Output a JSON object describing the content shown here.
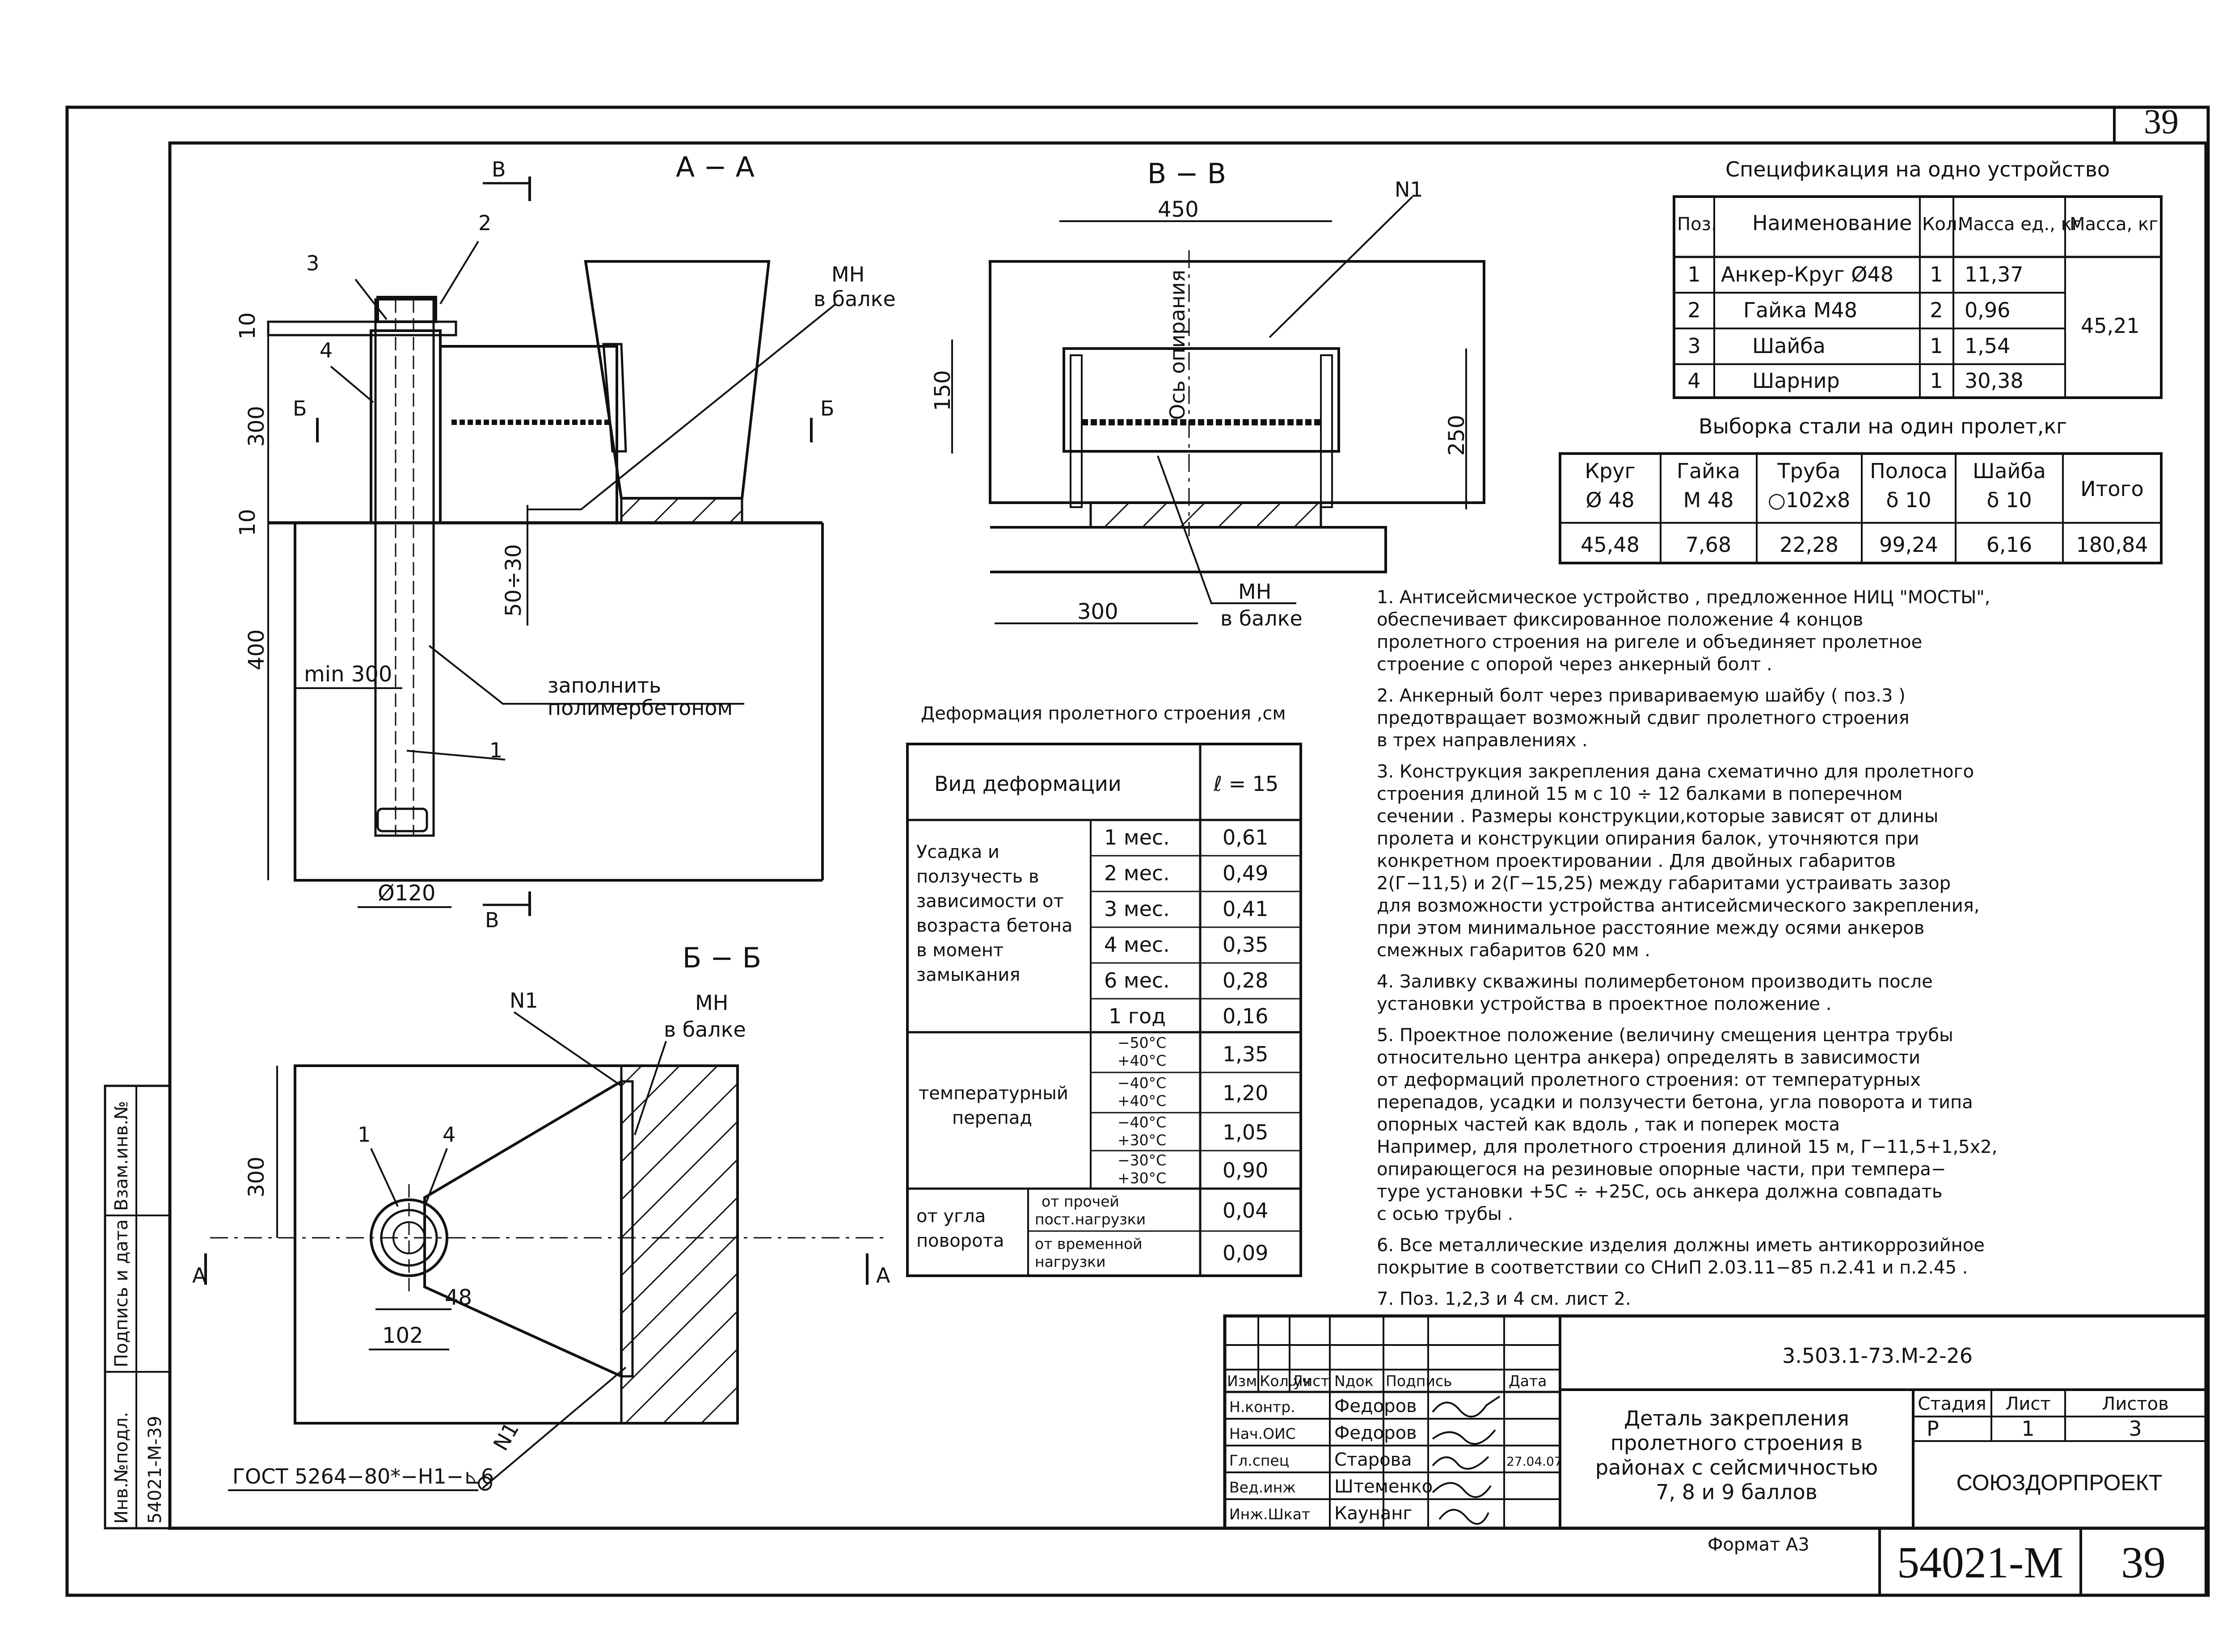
{
  "sheet": {
    "page_number": "39",
    "format_label": "Формат А3",
    "archive_code": "54021-М",
    "designation": "3.503.1-73.М-2-26",
    "title_lines": [
      "Деталь закрепления",
      "пролетного строения в",
      "районах с сейсмичностью",
      "7, 8 и 9 баллов"
    ],
    "organization": "СОЮЗДОРПРОЕКТ",
    "stage_header": [
      "Стадия",
      "Лист",
      "Листов"
    ],
    "stage_values": [
      "Р",
      "1",
      "3"
    ]
  },
  "side_stamp": {
    "labels": [
      "Инв.№подл.",
      "Подпись и дата",
      "Взам.инв.№"
    ],
    "inv_value": "54021-М-39"
  },
  "revision_block": {
    "headers": [
      "Изм",
      "Кол.уч",
      "Лист",
      "Nдок",
      "Подпись",
      "Дата"
    ],
    "rows": [
      {
        "role": "Н.контр.",
        "name": "Федоров",
        "date": ""
      },
      {
        "role": "Нач.ОИС",
        "name": "Федоров",
        "date": ""
      },
      {
        "role": "Гл.спец",
        "name": "Старова",
        "date": "27.04.07"
      },
      {
        "role": "Вед.инж",
        "name": "Штеменко",
        "date": ""
      },
      {
        "role": "Инж.Шкат",
        "name": "Каунанг",
        "date": ""
      }
    ]
  },
  "spec_table": {
    "caption": "Спецификация на одно устройство",
    "headers": [
      "Поз.",
      "Наименование",
      "Кол.",
      "Масса ед., кг",
      "Масса, кг"
    ],
    "rows": [
      {
        "pos": "1",
        "name": "Анкер-Круг Ø48",
        "qty": "1",
        "mass": "11,37"
      },
      {
        "pos": "2",
        "name": "Гайка М48",
        "qty": "2",
        "mass": "0,96"
      },
      {
        "pos": "3",
        "name": "Шайба",
        "qty": "1",
        "mass": "1,54"
      },
      {
        "pos": "4",
        "name": "Шарнир",
        "qty": "1",
        "mass": "30,38"
      }
    ],
    "total_mass": "45,21"
  },
  "steel_table": {
    "caption": "Выборка стали на один пролет,кг",
    "headers": [
      [
        "Круг",
        "Ø 48"
      ],
      [
        "Гайка",
        "М 48"
      ],
      [
        "Труба",
        "○102х8"
      ],
      [
        "Полоса",
        "δ 10"
      ],
      [
        "Шайба",
        "δ 10"
      ],
      [
        "Итого",
        ""
      ]
    ],
    "values": [
      "45,48",
      "7,68",
      "22,28",
      "99,24",
      "6,16",
      "180,84"
    ]
  },
  "deform_table": {
    "caption": "Деформация пролетного строения ,см",
    "header_kind": "Вид деформации",
    "header_len": "ℓ = 15",
    "shrinkage_label": [
      "Усадка и",
      "ползучесть в",
      "зависимости от",
      "возраста бетона",
      "в момент",
      "замыкания"
    ],
    "shrinkage_rows": [
      {
        "period": "1 мес.",
        "value": "0,61"
      },
      {
        "period": "2 мес.",
        "value": "0,49"
      },
      {
        "period": "3 мес.",
        "value": "0,41"
      },
      {
        "period": "4 мес.",
        "value": "0,35"
      },
      {
        "period": "6 мес.",
        "value": "0,28"
      },
      {
        "period": "1 год",
        "value": "0,16"
      }
    ],
    "temp_label": [
      "температурный",
      "перепад"
    ],
    "temp_rows": [
      {
        "a": "−50°С",
        "b": "+40°С",
        "value": "1,35"
      },
      {
        "a": "−40°С",
        "b": "+40°С",
        "value": "1,20"
      },
      {
        "a": "−40°С",
        "b": "+30°С",
        "value": "1,05"
      },
      {
        "a": "−30°С",
        "b": "+30°С",
        "value": "0,90"
      }
    ],
    "rot_label": [
      "от угла",
      "поворота"
    ],
    "rot_rows": [
      {
        "a": "от прочей",
        "b": "пост.нагрузки",
        "value": "0,04"
      },
      {
        "a": "от временной",
        "b": "нагрузки",
        "value": "0,09"
      }
    ]
  },
  "notes": [
    [
      "1. Антисейсмическое устройство , предложенное НИЦ \"МОСТЫ\",",
      "обеспечивает фиксированное положение 4 концов",
      "пролетного строения на ригеле и объединяет пролетное",
      "строение с опорой через анкерный болт ."
    ],
    [
      "2. Анкерный болт через привариваемую шайбу ( поз.3 )",
      "предотвращает возможный сдвиг пролетного строения",
      "в трех направлениях ."
    ],
    [
      "3. Конструкция закрепления дана схематично для пролетного",
      "строения длиной 15 м с 10 ÷ 12 балками в поперечном",
      "сечении . Размеры конструкции,которые зависят от длины",
      "пролета и конструкции опирания балок, уточняются при",
      "конкретном проектировании . Для двойных габаритов",
      "2(Г−11,5) и 2(Г−15,25) между габаритами устраивать зазор",
      "для возможности устройства антисейсмического закрепления,",
      "при этом минимальное расстояние между осями анкеров",
      "смежных габаритов 620 мм ."
    ],
    [
      "4. Заливку скважины полимербетоном производить после",
      "установки устройства в проектное положение ."
    ],
    [
      "5. Проектное положение (величину смещения центра трубы",
      "относительно центра анкера) определять в зависимости",
      "от деформаций пролетного строения: от температурных",
      "перепадов, усадки и ползучести бетона, угла поворота и типа",
      "опорных частей как вдоль , так и поперек моста",
      "Например, для пролетного строения длиной 15 м, Г−11,5+1,5х2,",
      "опирающегося на резиновые опорные части, при темпера−",
      "туре установки +5С ÷ +25С, ось анкера должна совпадать",
      "с осью трубы ."
    ],
    [
      "6. Все металлические изделия должны иметь антикоррозийное",
      "покрытие в соответствии со СНиП 2.03.11−85 п.2.41 и п.2.45 ."
    ],
    [
      "7. Поз. 1,2,3 и 4 см. лист 2."
    ]
  ],
  "section_aa": {
    "title": "А − А",
    "mark_top": "В",
    "mark_bottom": "В",
    "mark_b_left": "Б",
    "mark_b_right": "Б",
    "callouts": [
      "3",
      "2",
      "4",
      "1"
    ],
    "mn_label": [
      "МН",
      "в балке"
    ],
    "fill_label": [
      "заполнить",
      "полимербетоном"
    ],
    "dims": [
      "10",
      "300",
      "10",
      "400",
      "50÷30",
      "min 300",
      "Ø120"
    ]
  },
  "section_vv": {
    "title": "В − В",
    "n1": "N1",
    "axis_label": "Ось опирания",
    "mn_label": [
      "МН",
      "в балке"
    ],
    "dims": [
      "450",
      "150",
      "250",
      "300"
    ]
  },
  "section_bb": {
    "title": "Б − Б",
    "n1_top": "N1",
    "n1_bottom": "N1",
    "mn_label": [
      "МН",
      "в балке"
    ],
    "callouts": [
      "1",
      "4"
    ],
    "mark_left": "А",
    "mark_right": "А",
    "dims": [
      "300",
      "48",
      "102"
    ],
    "weld_note": "ГОСТ 5264−80*−Н1−⊾6"
  }
}
